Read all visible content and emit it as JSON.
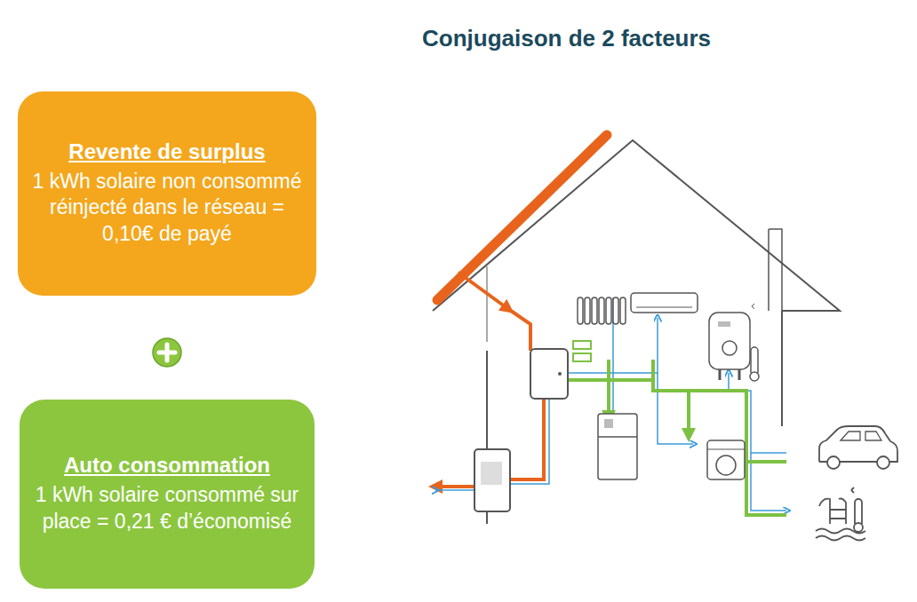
{
  "diagram": {
    "title": "Conjugaison de 2 facteurs",
    "nodes": [
      {
        "text": [
          "Revente de surplus",
          "1 kWh solaire non consommé réinjecté dans le réseau = 0,10€ de payé"
        ]
      },
      {
        "text": [
          "Auto consommation",
          "1 kWh solaire consommé sur place = 0,21 € d’économisé"
        ]
      }
    ]
  }
}
